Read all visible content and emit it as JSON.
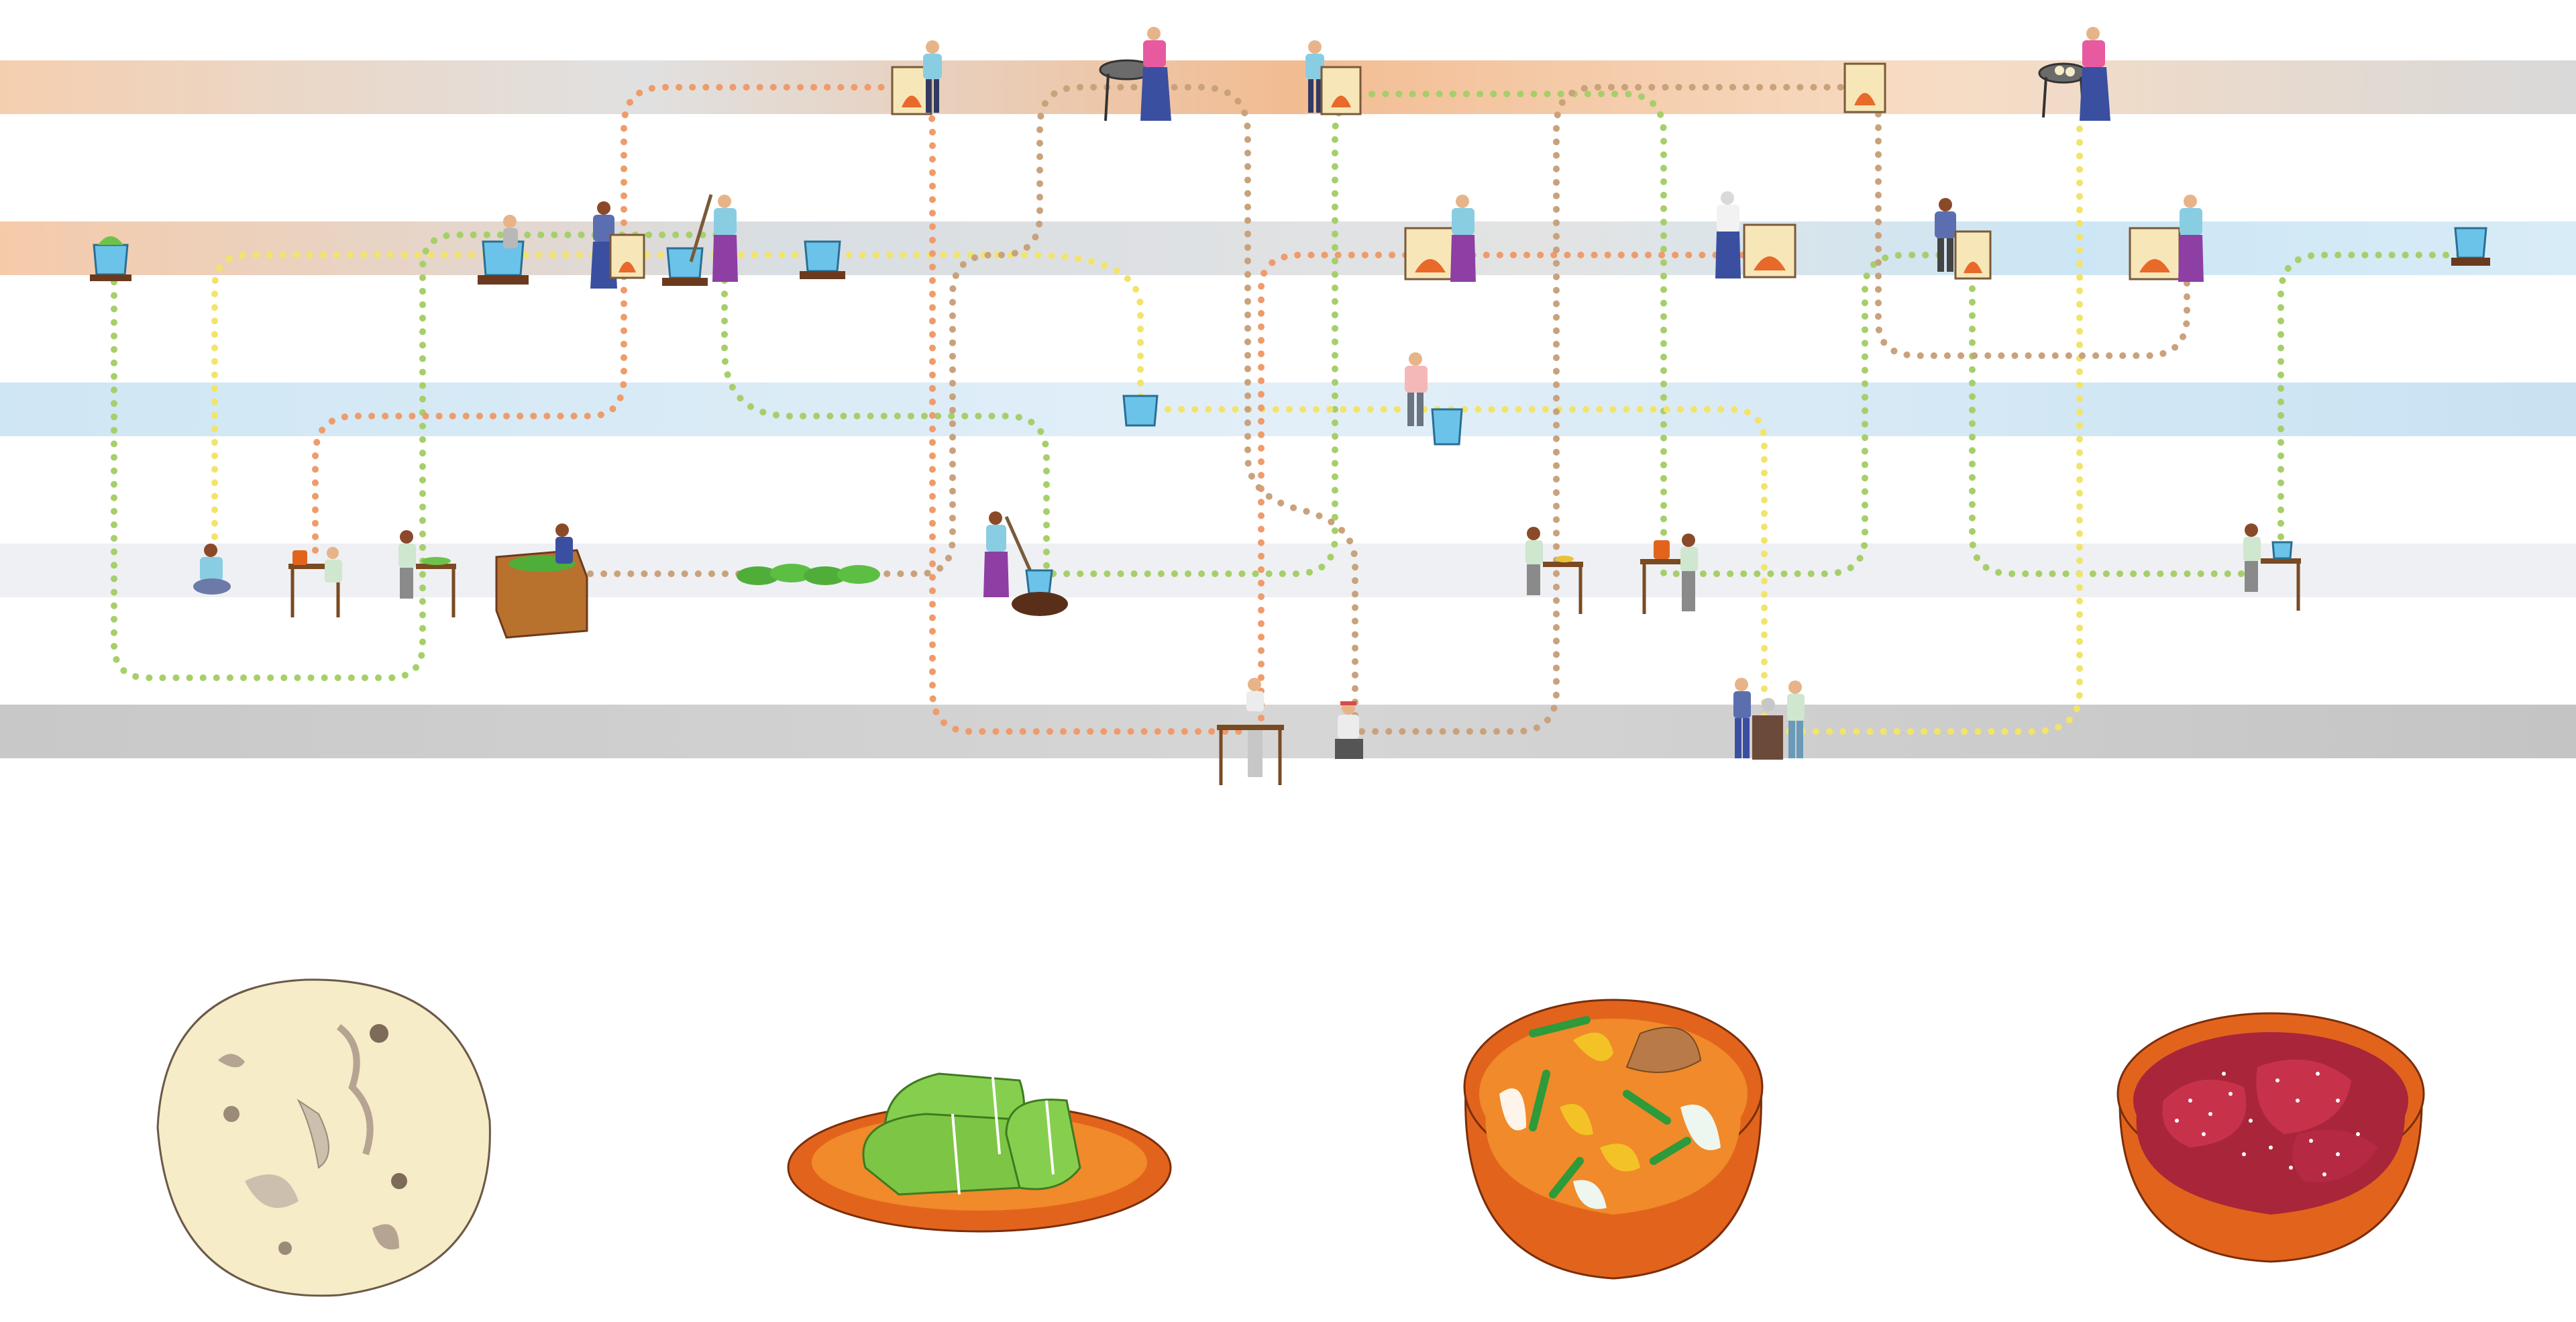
{
  "diagram": {
    "bands": [
      {
        "id": "fire",
        "color": "#f2b487",
        "accent": "#c9c9c9"
      },
      {
        "id": "smoke",
        "color": "#d8d2cc",
        "accent": "#b9dcef"
      },
      {
        "id": "water",
        "color": "#cfe6f4",
        "accent": "#e7f2fa"
      },
      {
        "id": "table",
        "color": "#eef0f3",
        "accent": "#e4e7ec"
      },
      {
        "id": "stone",
        "color": "#cfcfcf",
        "accent": "#bdbdbd"
      }
    ],
    "route_colors": {
      "green": "#a6cf6a",
      "yellow": "#f2e46a",
      "orange": "#ef9b6b",
      "brown": "#c9a27c"
    },
    "dishes": [
      {
        "name": "tortilla-icon",
        "fill": "#f6ecc8",
        "accent": "#b6a492"
      },
      {
        "name": "tamales-icon",
        "fill": "#7dc544",
        "accent": "#e2641c"
      },
      {
        "name": "caldo-bowl-icon",
        "fill": "#f08a2a",
        "accent": "#e2641c"
      },
      {
        "name": "mole-bowl-icon",
        "fill": "#a9253a",
        "accent": "#e2641c"
      }
    ],
    "figure_icons": [
      "cook-figure-icon",
      "wood-stove-icon",
      "clay-oven-icon",
      "comal-icon",
      "metal-pot-icon",
      "work-table-icon",
      "grinding-stone-icon",
      "leaf-bundle-icon",
      "wooden-box-icon"
    ]
  }
}
